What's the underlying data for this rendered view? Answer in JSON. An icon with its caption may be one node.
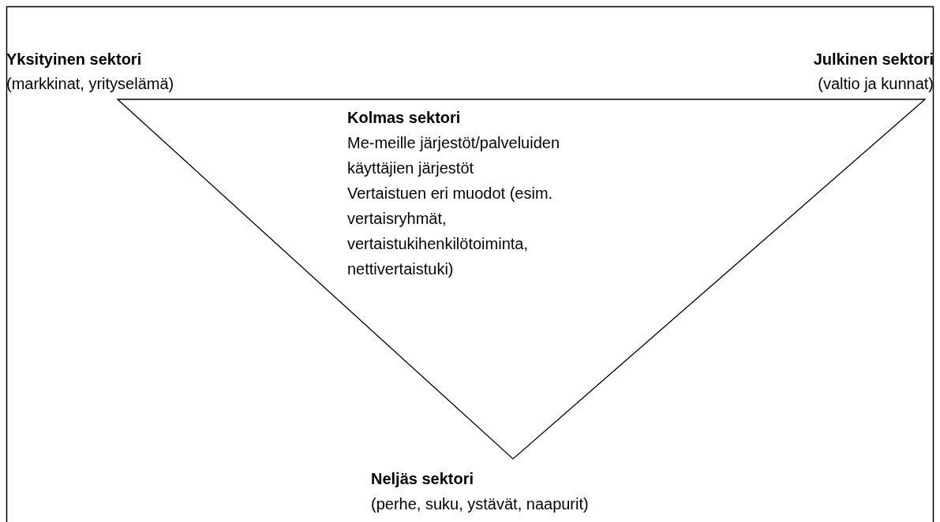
{
  "diagram": {
    "nodes": [
      {
        "text": [
          "Kolmas sektori",
          "Me-meille järjestöt/palveluiden käyttäjien järjestöt",
          "Vertaistuen eri muodot (esim. vertaisryhmät, vertaistukihenkilötoiminta, nettivertaistuki)"
        ]
      }
    ],
    "labels": [
      "Yksityinen sektori",
      "(markkinat, yrityselämä)",
      "Julkinen sektori",
      "(valtio ja kunnat)",
      "Neljäs sektori",
      "(perhe, suku, ystävät, naapurit)"
    ]
  }
}
